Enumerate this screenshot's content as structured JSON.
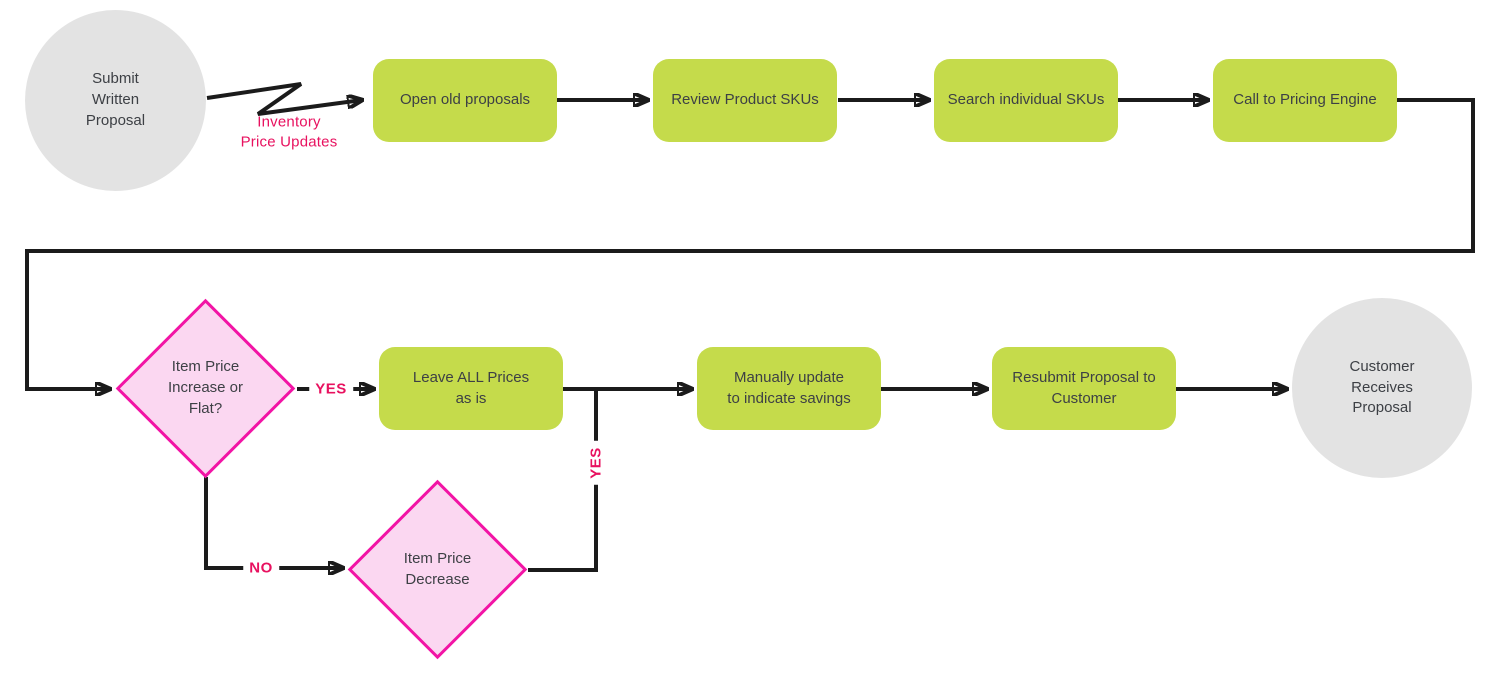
{
  "nodes": {
    "start": {
      "type": "terminal",
      "label": "Submit\nWritten\nProposal"
    },
    "open_old_proposals": {
      "type": "process",
      "label": "Open old proposals"
    },
    "review_product_skus": {
      "type": "process",
      "label": "Review Product SKUs"
    },
    "search_individual_skus": {
      "type": "process",
      "label": "Search individual SKUs"
    },
    "call_to_pricing_engine": {
      "type": "process",
      "label": "Call to Pricing Engine"
    },
    "item_price_increase_or_flat": {
      "type": "decision",
      "label": "Item Price\nIncrease or\nFlat?"
    },
    "leave_all_prices_as_is": {
      "type": "process",
      "label": "Leave ALL Prices\nas is"
    },
    "item_price_decrease": {
      "type": "decision",
      "label": "Item Price\nDecrease"
    },
    "manually_update_savings": {
      "type": "process",
      "label": "Manually update\nto indicate savings"
    },
    "resubmit_proposal": {
      "type": "process",
      "label": "Resubmit Proposal to\nCustomer"
    },
    "end": {
      "type": "terminal",
      "label": "Customer\nReceives\nProposal"
    }
  },
  "edge_labels": {
    "inventory_price_updates": "Inventory\nPrice Updates",
    "yes_increase": "YES",
    "no_increase": "NO",
    "yes_decrease": "YES"
  },
  "colors": {
    "process_fill": "#c5db4b",
    "terminal_fill": "#e3e3e3",
    "decision_fill": "#fbd7f1",
    "decision_border": "#f214a5",
    "edge_label_text": "#e8115f",
    "node_text": "#3d4045",
    "connector": "#1b1b1b",
    "background": "#ffffff"
  }
}
